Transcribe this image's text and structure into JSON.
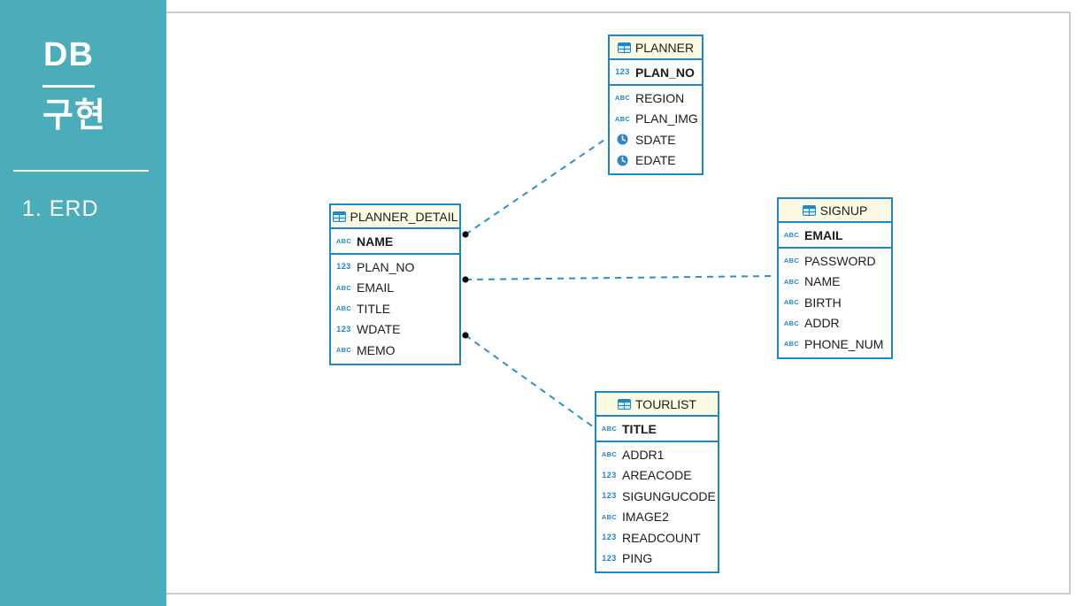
{
  "sidebar": {
    "title_line1": "DB",
    "title_line2": "구현",
    "section_label": "1. ERD"
  },
  "icons": {
    "text_type": "ABC",
    "number_type": "123",
    "datetime_type": "clock-icon",
    "table_header": "table-grid-icon"
  },
  "colors": {
    "sidebar_bg": "#4badba",
    "table_border": "#1d87c9",
    "table_header_bg": "#fdfae3",
    "connector_blue": "#2e8fcd",
    "connector_dot": "#0a0a0a",
    "frame_gray": "#cccccc"
  },
  "erd": {
    "tables": [
      {
        "title": "PLANNER",
        "key_field": {
          "name": "PLAN_NO",
          "type": "number"
        },
        "fields": [
          {
            "name": "REGION",
            "type": "text"
          },
          {
            "name": "PLAN_IMG",
            "type": "text"
          },
          {
            "name": "SDATE",
            "type": "datetime"
          },
          {
            "name": "EDATE",
            "type": "datetime"
          }
        ]
      },
      {
        "title": "PLANNER_DETAIL",
        "key_field": {
          "name": "NAME",
          "type": "text"
        },
        "fields": [
          {
            "name": "PLAN_NO",
            "type": "number"
          },
          {
            "name": "EMAIL",
            "type": "text"
          },
          {
            "name": "TITLE",
            "type": "text"
          },
          {
            "name": "WDATE",
            "type": "number"
          },
          {
            "name": "MEMO",
            "type": "text"
          }
        ]
      },
      {
        "title": "SIGNUP",
        "key_field": {
          "name": "EMAIL",
          "type": "text"
        },
        "fields": [
          {
            "name": "PASSWORD",
            "type": "text"
          },
          {
            "name": "NAME",
            "type": "text"
          },
          {
            "name": "BIRTH",
            "type": "text"
          },
          {
            "name": "ADDR",
            "type": "text"
          },
          {
            "name": "PHONE_NUM",
            "type": "text"
          }
        ]
      },
      {
        "title": "TOURLIST",
        "key_field": {
          "name": "TITLE",
          "type": "text"
        },
        "fields": [
          {
            "name": "ADDR1",
            "type": "text"
          },
          {
            "name": "AREACODE",
            "type": "number"
          },
          {
            "name": "SIGUNGUCODE",
            "type": "number"
          },
          {
            "name": "IMAGE2",
            "type": "text"
          },
          {
            "name": "READCOUNT",
            "type": "number"
          },
          {
            "name": "PING",
            "type": "number"
          }
        ]
      }
    ],
    "relationships": [
      {
        "from": "PLANNER_DETAIL",
        "to": "PLANNER",
        "style": "dashed"
      },
      {
        "from": "PLANNER_DETAIL",
        "to": "SIGNUP",
        "style": "dashed"
      },
      {
        "from": "PLANNER_DETAIL",
        "to": "TOURLIST",
        "style": "dashed"
      }
    ]
  }
}
